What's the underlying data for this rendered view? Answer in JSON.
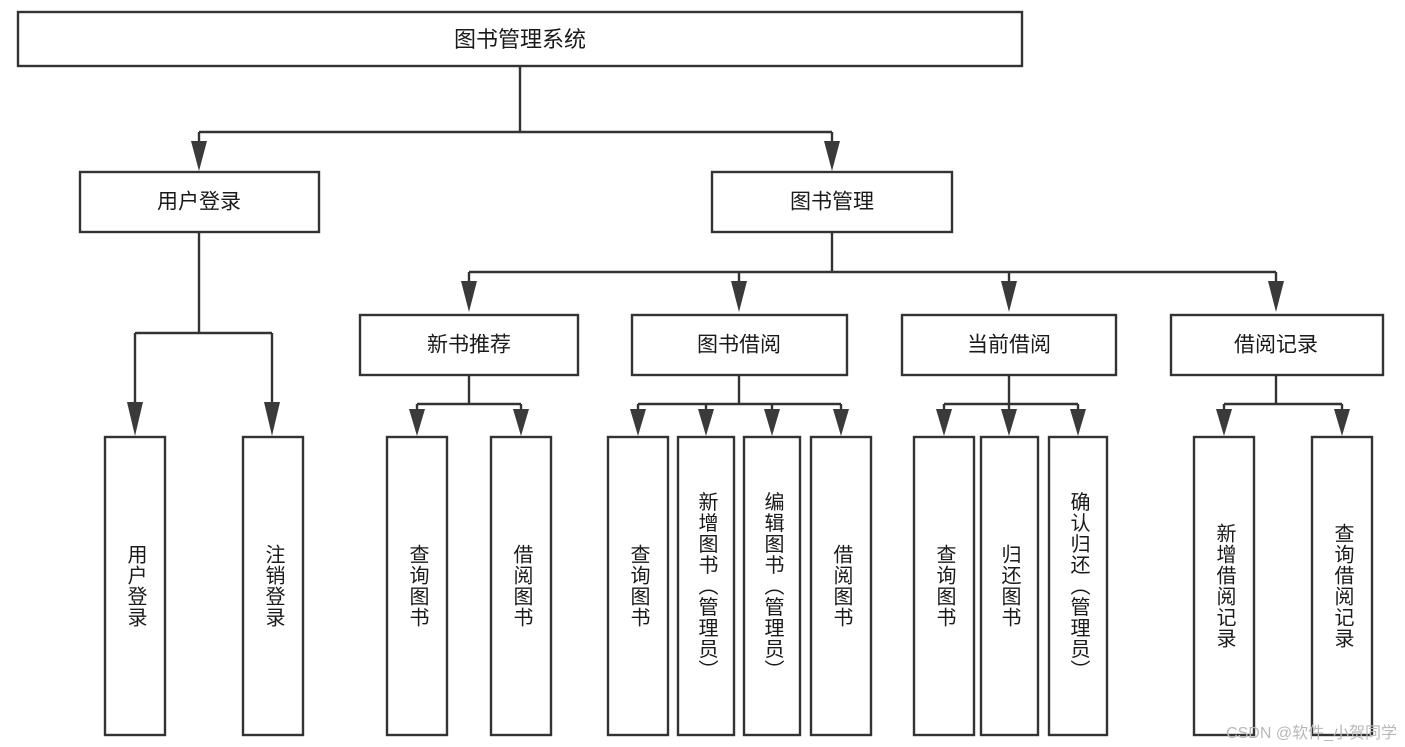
{
  "diagram": {
    "type": "tree-hierarchy",
    "orientation": "top-down",
    "title": "图书管理系统",
    "theme": {
      "background": "#ffffff",
      "box_fill": "#ffffff",
      "box_stroke": "#333333",
      "text_color": "#1a1a1a",
      "arrow_fill": "#3a3a3a",
      "watermark_color": "#b8b8b8"
    },
    "root": {
      "label": "图书管理系统"
    },
    "level2": [
      {
        "label": "用户登录"
      },
      {
        "label": "图书管理"
      }
    ],
    "level3": [
      {
        "label": "新书推荐"
      },
      {
        "label": "图书借阅"
      },
      {
        "label": "当前借阅"
      },
      {
        "label": "借阅记录"
      }
    ],
    "groups": [
      {
        "parent": "用户登录",
        "leaves": [
          {
            "label": "用户登录"
          },
          {
            "label": "注销登录"
          }
        ]
      },
      {
        "parent": "新书推荐",
        "leaves": [
          {
            "label": "查询图书"
          },
          {
            "label": "借阅图书"
          }
        ]
      },
      {
        "parent": "图书借阅",
        "leaves": [
          {
            "label": "查询图书"
          },
          {
            "label": "新增图书（管理员）"
          },
          {
            "label": "编辑图书（管理员）"
          },
          {
            "label": "借阅图书"
          }
        ]
      },
      {
        "parent": "当前借阅",
        "leaves": [
          {
            "label": "查询图书"
          },
          {
            "label": "归还图书"
          },
          {
            "label": "确认归还（管理员）"
          }
        ]
      },
      {
        "parent": "借阅记录",
        "leaves": [
          {
            "label": "新增借阅记录"
          },
          {
            "label": "查询借阅记录"
          }
        ]
      }
    ]
  },
  "watermark": {
    "text": "CSDN @软件_小贺同学"
  }
}
